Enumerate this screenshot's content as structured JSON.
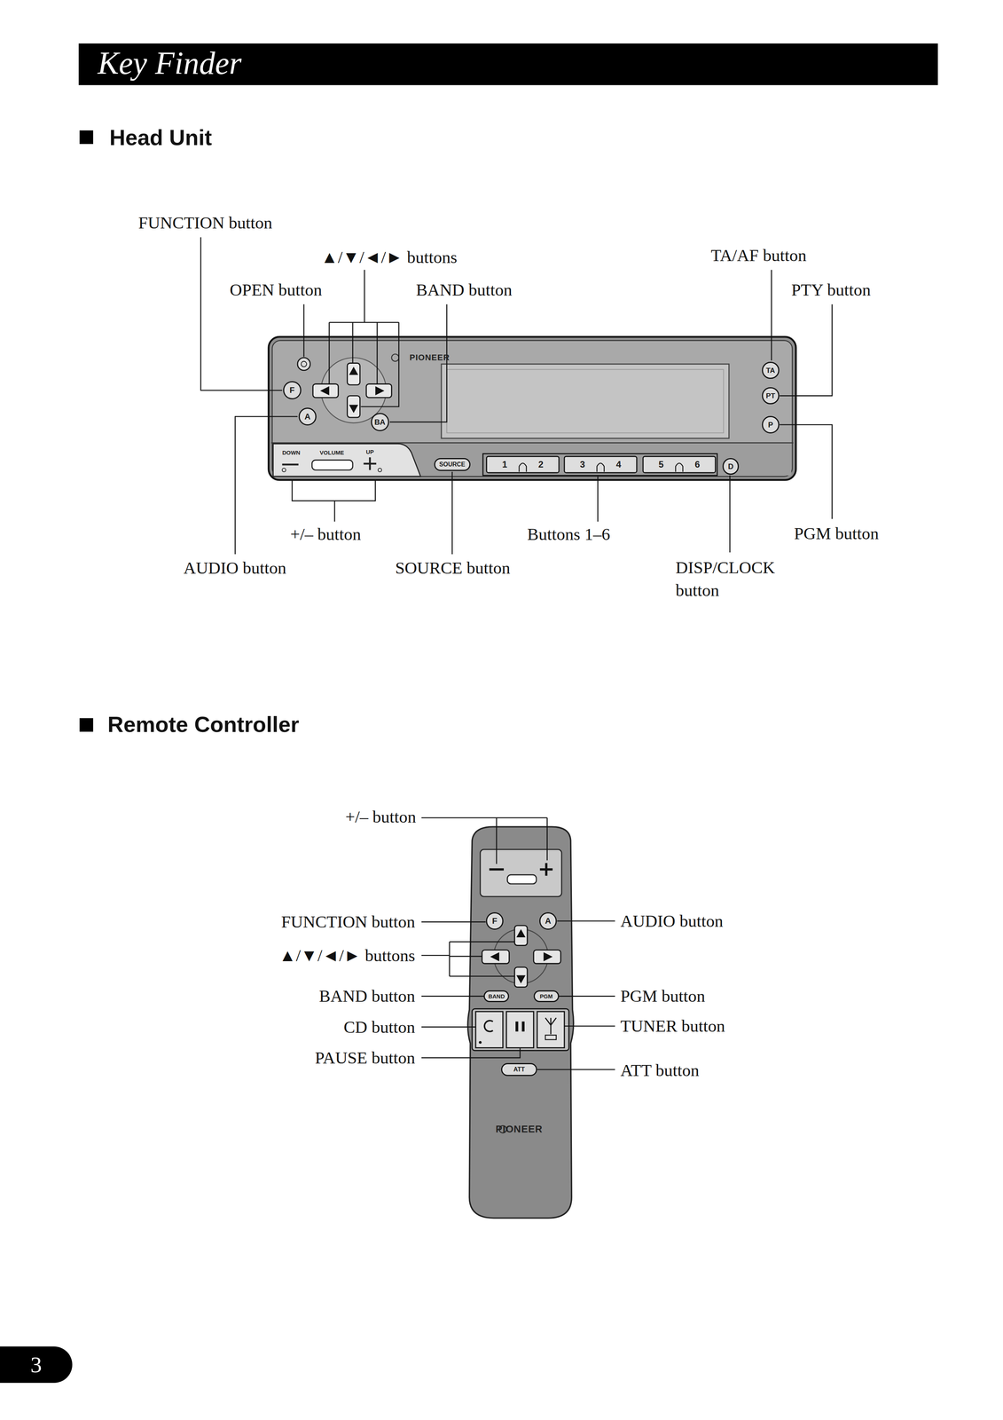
{
  "diagram": {
    "title": "Key Finder",
    "nodes": [
      {
        "text": [
          "F"
        ]
      },
      {
        "text": [
          "A"
        ]
      },
      {
        "text": [
          "BA"
        ]
      },
      {
        "text": [
          "TA"
        ]
      },
      {
        "text": [
          "PT"
        ]
      },
      {
        "text": [
          "P"
        ]
      },
      {
        "text": [
          "SOURCE"
        ]
      },
      {
        "text": [
          "1",
          "2"
        ]
      },
      {
        "text": [
          "3",
          "4"
        ]
      },
      {
        "text": [
          "5",
          "6"
        ]
      },
      {
        "text": [
          "D"
        ]
      },
      {
        "text": [
          "F"
        ]
      },
      {
        "text": [
          "A"
        ]
      },
      {
        "text": [
          "BAND"
        ]
      },
      {
        "text": [
          "PGM"
        ]
      },
      {
        "text": [
          "ATT"
        ]
      },
      {
        "text": [
          "3"
        ]
      }
    ],
    "labels": [
      "Head Unit",
      "FUNCTION button",
      "▲/▼/◄/► buttons",
      "OPEN button",
      "BAND button",
      "TA/AF button",
      "PTY button",
      "PIONEER",
      "DOWN",
      "VOLUME",
      "UP",
      "+/– button",
      "Buttons 1–6",
      "PGM button",
      "AUDIO button",
      "SOURCE button",
      "DISP/CLOCK button",
      "Remote Controller",
      "+/– button",
      "FUNCTION button",
      "▲/▼/◄/► buttons",
      "BAND button",
      "CD button",
      "PAUSE button",
      "AUDIO button",
      "PGM button",
      "TUNER button",
      "ATT button",
      "PIONEER"
    ]
  }
}
